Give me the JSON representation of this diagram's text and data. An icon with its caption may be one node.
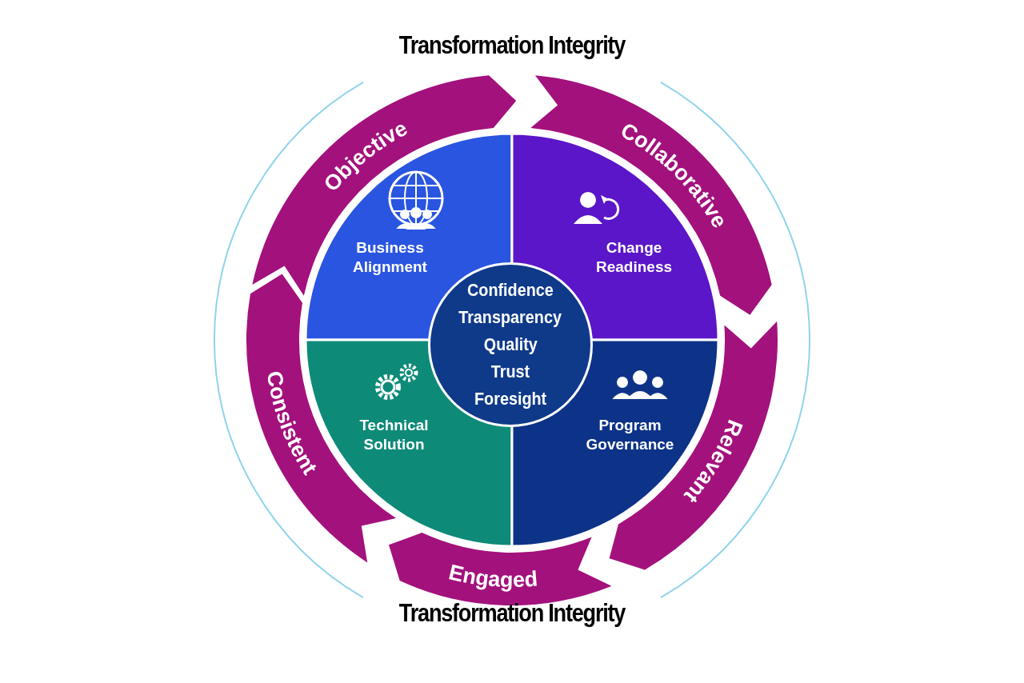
{
  "diagram": {
    "nodes": [
      {
        "text": [
          "Objective"
        ]
      },
      {
        "text": [
          "Collaborative"
        ]
      },
      {
        "text": [
          "Relevant"
        ]
      },
      {
        "text": [
          "Engaged"
        ]
      },
      {
        "text": [
          "Consistent"
        ]
      },
      {
        "text": [
          "Business Alignment"
        ]
      },
      {
        "text": [
          "Change Readiness"
        ]
      },
      {
        "text": [
          "Technical Solution"
        ]
      },
      {
        "text": [
          "Program Governance"
        ]
      },
      {
        "text": [
          "Confidence",
          "Transparency",
          "Quality",
          "Trust",
          "Foresight"
        ]
      }
    ],
    "labels": [
      "Transformation Integrity",
      "Transformation Integrity"
    ]
  }
}
